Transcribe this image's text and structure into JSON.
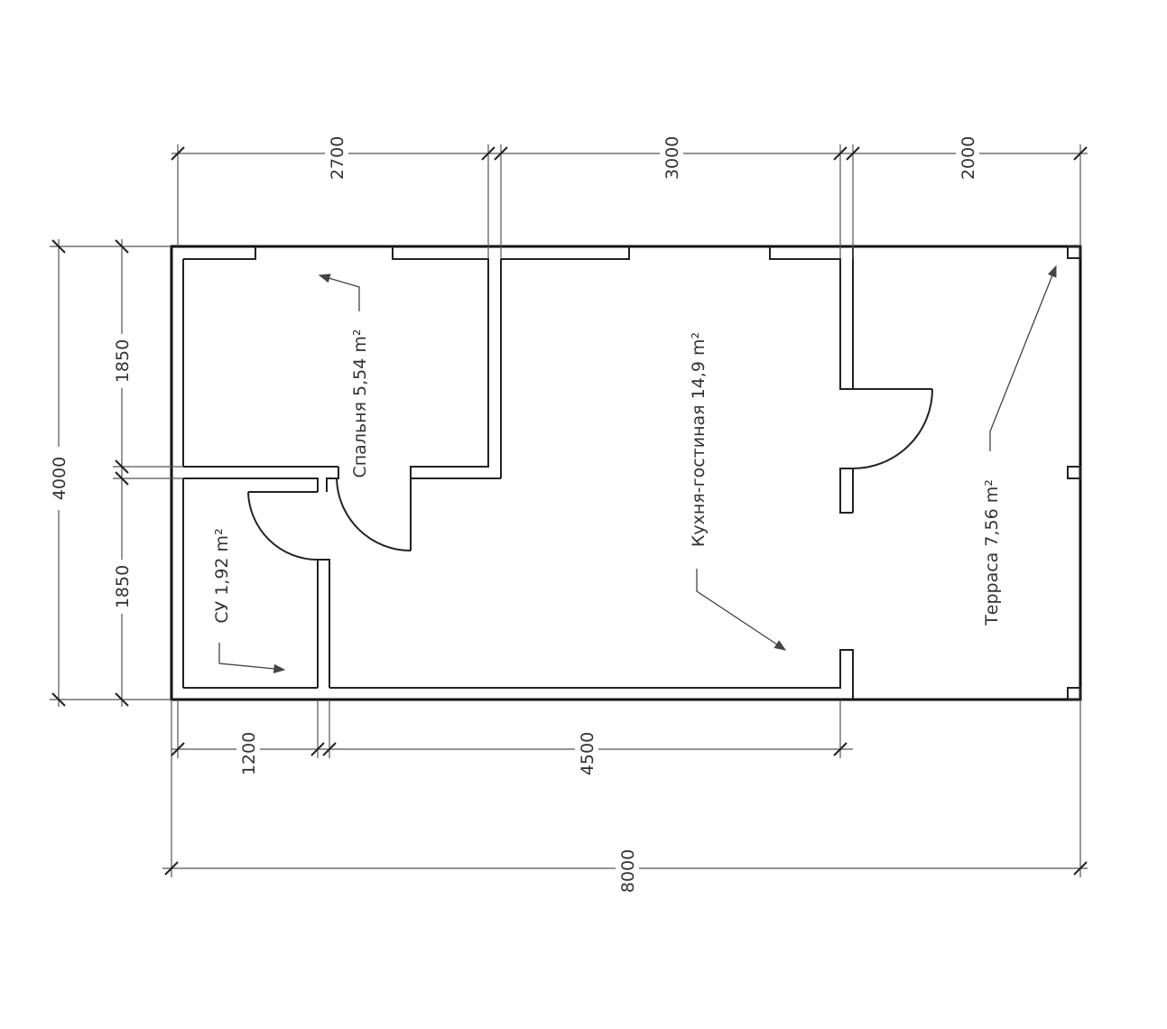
{
  "rooms": {
    "bedroom": "Спальня 5,54 m²",
    "kitchen_living": "Кухня-гостиная 14,9 m²",
    "bathroom": "СУ 1,92 m²",
    "terrace": "Терраса 7,56 m²"
  },
  "dimensions": {
    "top": [
      "2700",
      "3000",
      "2000"
    ],
    "left_total": "4000",
    "left_parts": [
      "1850",
      "1850"
    ],
    "bottom_parts": [
      "1200",
      "4500"
    ],
    "bottom_total": "8000"
  }
}
